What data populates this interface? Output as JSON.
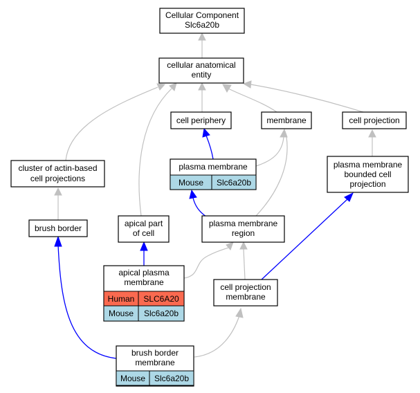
{
  "nodes": {
    "root": {
      "lines": [
        "Cellular Component",
        "Slc6a20b"
      ]
    },
    "cae": {
      "lines": [
        "cellular anatomical",
        "entity"
      ]
    },
    "cell_periphery": {
      "lines": [
        "cell periphery"
      ]
    },
    "membrane": {
      "lines": [
        "membrane"
      ]
    },
    "cell_projection": {
      "lines": [
        "cell projection"
      ]
    },
    "cluster_actin": {
      "lines": [
        "cluster of actin-based",
        "cell projections"
      ]
    },
    "plasma_membrane": {
      "lines": [
        "plasma membrane"
      ],
      "rows": [
        [
          "Mouse",
          "Slc6a20b"
        ]
      ]
    },
    "pm_bounded": {
      "lines": [
        "plasma membrane",
        "bounded cell",
        "projection"
      ]
    },
    "brush_border": {
      "lines": [
        "brush border"
      ]
    },
    "apical_part": {
      "lines": [
        "apical part",
        "of cell"
      ]
    },
    "pm_region": {
      "lines": [
        "plasma membrane",
        "region"
      ]
    },
    "apical_pm": {
      "lines": [
        "apical plasma",
        "membrane"
      ],
      "rows": [
        [
          "Human",
          "SLC6A20"
        ],
        [
          "Mouse",
          "Slc6a20b"
        ]
      ]
    },
    "cp_membrane": {
      "lines": [
        "cell projection",
        "membrane"
      ]
    },
    "bb_membrane": {
      "lines": [
        "brush border",
        "membrane"
      ],
      "rows": [
        [
          "Mouse",
          "Slc6a20b"
        ]
      ]
    }
  },
  "colors": {
    "human_cell": "#fa6a50",
    "mouse_cell": "#add8e6",
    "gray_edge": "#c0c0c0",
    "blue_edge": "#0000ff"
  }
}
